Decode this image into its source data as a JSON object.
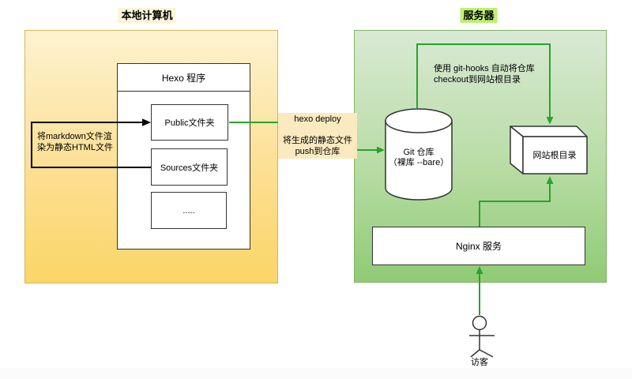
{
  "titles": {
    "local": "本地计算机",
    "server": "服务器"
  },
  "local": {
    "hexo_title": "Hexo 程序",
    "folders": [
      {
        "label": "Public文件夹"
      },
      {
        "label": "Sources文件夹"
      },
      {
        "label": "....."
      }
    ],
    "render_note": "将markdown文件渲\n染为静态HTML文件"
  },
  "flow": {
    "deploy_label": "hexo deploy\n\n将生成的静态文件\npush到仓库",
    "hooks_note": "使用 git-hooks 自动将仓库\ncheckout到网站根目录"
  },
  "server": {
    "git_repo_label": "Git 仓库\n（裸库 --bare）",
    "webroot_label": "网站根目录",
    "nginx_label": "Nginx 服务",
    "visitor_label": "访客"
  },
  "colors": {
    "local_box_border": "#d6b656",
    "local_box_fill_top": "#fdf3d0",
    "local_box_fill_bottom": "#fbd567",
    "local_title_highlight": "#fdf5d7",
    "server_box_border": "#82b366",
    "server_box_fill_top": "#d9e9d4",
    "server_box_fill_bottom": "#8fcb74",
    "server_title_highlight": "#bdf170",
    "deploy_label_highlight": "#fbe9c0",
    "arrow_green": "#29a329",
    "arrow_black": "#000000",
    "node_border": "#333333"
  }
}
